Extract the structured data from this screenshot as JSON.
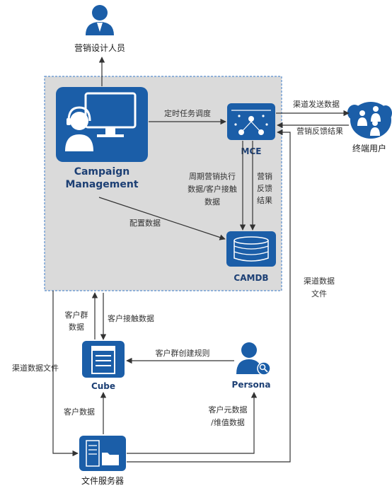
{
  "nodes": {
    "marketing_designer": "营销设计人员",
    "campaign_management": [
      "Campaign",
      "Management"
    ],
    "mce": "MCE",
    "camdb": "CAMDB",
    "end_user": "终端用户",
    "cube": "Cube",
    "persona": "Persona",
    "file_server": "文件服务器"
  },
  "edges": {
    "scheduled_task": "定时任务调度",
    "channel_send_data": "渠道发送数据",
    "marketing_feedback_result": "营销反馈结果",
    "periodic_exec": [
      "周期营销执行",
      "数据/客户接触",
      "数据"
    ],
    "marketing_feedback": [
      "营销",
      "反馈",
      "结果"
    ],
    "config_data": "配置数据",
    "channel_data_file_right": [
      "渠道数据",
      "文件"
    ],
    "customer_group_data": [
      "客户群",
      "数据"
    ],
    "customer_contact_data": "客户接触数据",
    "customer_group_rules": "客户群创建规则",
    "channel_data_file_left": "渠道数据文件",
    "customer_data": "客户数据",
    "customer_meta_data": [
      "客户元数据",
      "/维值数据"
    ]
  },
  "colors": {
    "node_blue": "#1b5ea8",
    "label_blue": "#1c3f74",
    "container_fill": "#dadada",
    "container_border": "#5b8fcf"
  }
}
